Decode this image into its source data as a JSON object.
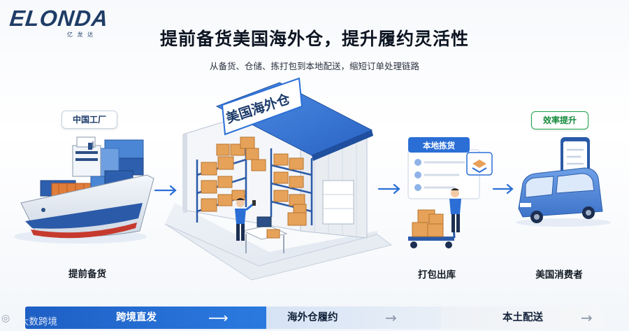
{
  "logo": {
    "brand": "ELONDA",
    "sub": "亿 龙 达"
  },
  "title": "提前备货美国海外仓，提升履约灵活性",
  "subtitle": "从备货、仓储、拣打包到本地配送，缩短订单处理链路",
  "tags": {
    "factory": "中国工厂",
    "efficiency": "效率提升",
    "picking": "本地拣货"
  },
  "warehouse_sign": "美国海外仓",
  "stages": [
    "提前备货",
    "打包出库",
    "美国消费者"
  ],
  "progress_bar": [
    {
      "label": "跨境直发",
      "arrow": "⟶"
    },
    {
      "label": "海外仓履约",
      "arrow": "→"
    },
    {
      "label": "本土配送",
      "arrow": "→"
    }
  ],
  "watermark": {
    "icon": "camera-lens-icon",
    "text": "大数跨境"
  },
  "colors": {
    "primary_blue": "#2b6fd6",
    "navy": "#1c3b6a",
    "green": "#1fa64a",
    "box_orange": "#e7a25a"
  }
}
